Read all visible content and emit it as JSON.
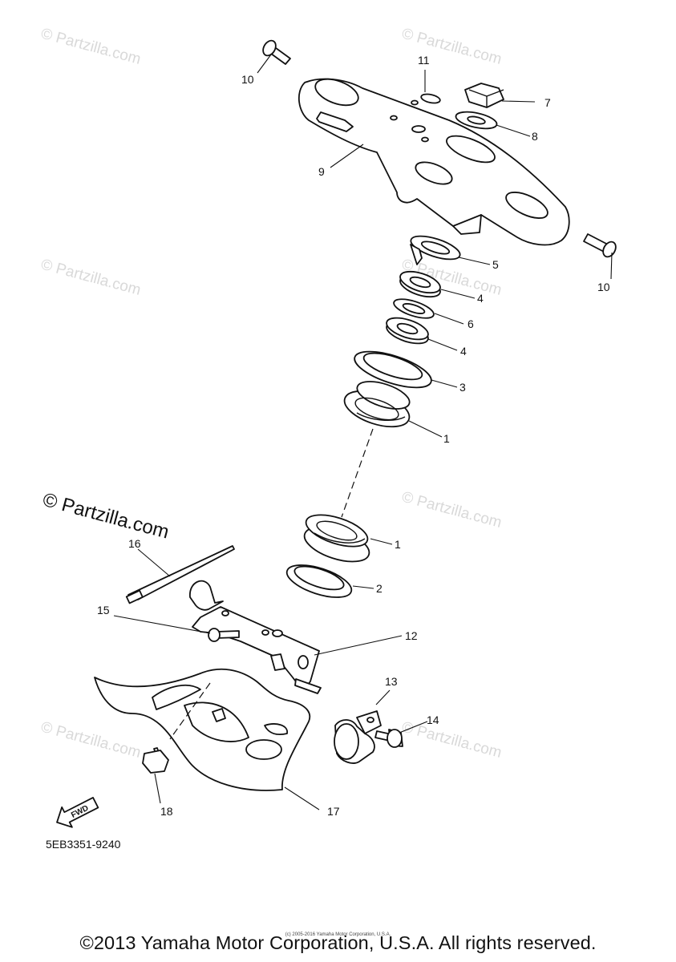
{
  "watermarks": {
    "repeat_text": "© Partzilla.com",
    "large_text": "© Partzilla.com"
  },
  "callouts": [
    "1",
    "1",
    "2",
    "3",
    "4",
    "4",
    "5",
    "6",
    "7",
    "8",
    "9",
    "10",
    "10",
    "11",
    "12",
    "13",
    "14",
    "15",
    "16",
    "17",
    "18"
  ],
  "fwd_label": "FWD",
  "diagram_code": "5EB3351-9240",
  "copyright": "©2013 Yamaha Motor Corporation, U.S.A. All rights reserved.",
  "copyright_small": "(c) 2005-2016 Yamaha Motor Corporation, U.S.A."
}
